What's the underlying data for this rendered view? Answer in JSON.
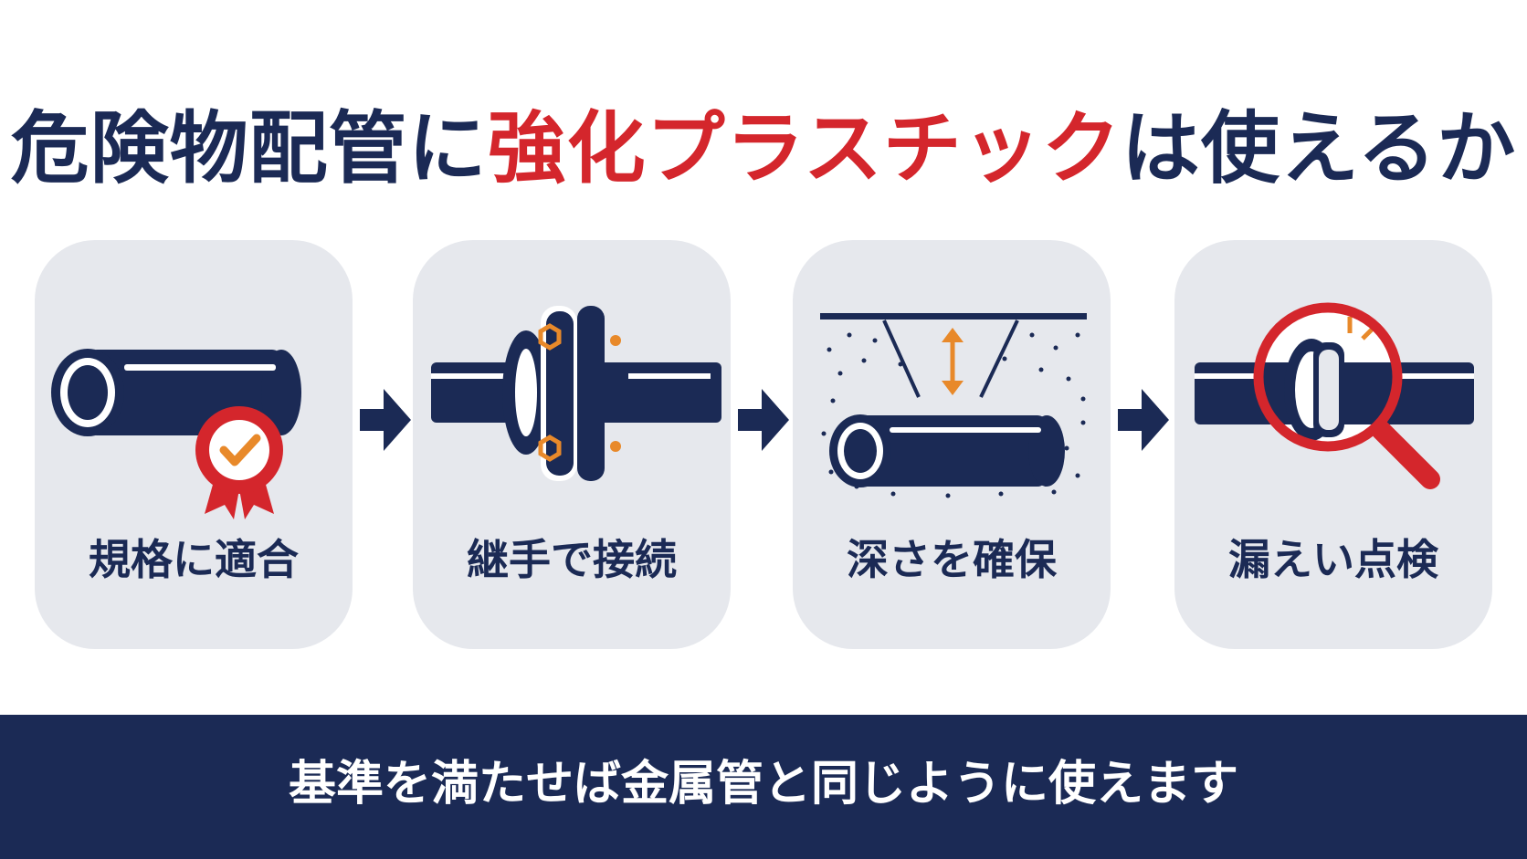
{
  "title": {
    "part1": "危険物配管に",
    "part2": "強化プラスチック",
    "part3": "は使えるか"
  },
  "steps": [
    {
      "label": "規格に適合"
    },
    {
      "label": "継手で接続"
    },
    {
      "label": "深さを確保"
    },
    {
      "label": "漏えい点検"
    }
  ],
  "footer": {
    "message": "基準を満たせば金属管と同じように使えます"
  },
  "colors": {
    "navy": "#1b2a55",
    "red": "#d4262c",
    "orange": "#e8892a",
    "card": "#e6e8ed"
  },
  "icons": [
    "pipe-certified-badge-icon",
    "pipe-flange-joint-icon",
    "buried-pipe-depth-icon",
    "leak-inspection-magnifier-icon",
    "arrow-right-icon"
  ]
}
